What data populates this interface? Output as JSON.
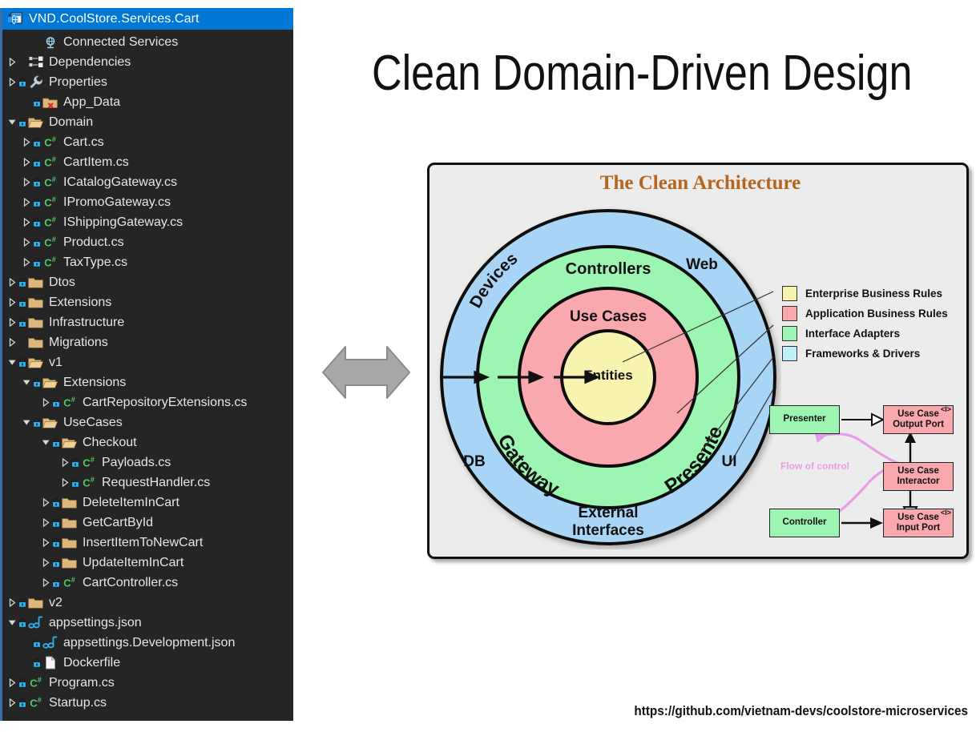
{
  "page_title": "Clean Domain-Driven Design",
  "footer_url": "https://github.com/vietnam-devs/coolstore-microservices",
  "colors": {
    "titlebar": "#0078d7",
    "panel_bg": "#252526",
    "accent_text": "#b5651d",
    "entities": "#f9f3b0",
    "use_cases": "#f9a8ae",
    "interface_adapters": "#9cf5b0",
    "frameworks": "#a8d4f5",
    "flow_arrow": "#e99ce8",
    "double_arrow": "#a0a0a0"
  },
  "solution_explorer": {
    "title": "VND.CoolStore.Services.Cart",
    "title_icon": "project-web-icon",
    "items": [
      {
        "label": "Connected Services",
        "indent": 1,
        "chevron": "none",
        "lock": false,
        "icon": "connected-services-icon"
      },
      {
        "label": "Dependencies",
        "indent": 0,
        "chevron": "collapsed",
        "lock": false,
        "icon": "dependencies-icon"
      },
      {
        "label": "Properties",
        "indent": 0,
        "chevron": "collapsed",
        "lock": true,
        "icon": "wrench-icon"
      },
      {
        "label": "App_Data",
        "indent": 1,
        "chevron": "none",
        "lock": true,
        "icon": "folder-excluded-icon"
      },
      {
        "label": "Domain",
        "indent": 0,
        "chevron": "expanded",
        "lock": true,
        "icon": "folder-open-icon"
      },
      {
        "label": "Cart.cs",
        "indent": 1,
        "chevron": "collapsed",
        "lock": true,
        "icon": "csharp-icon"
      },
      {
        "label": "CartItem.cs",
        "indent": 1,
        "chevron": "collapsed",
        "lock": true,
        "icon": "csharp-icon"
      },
      {
        "label": "ICatalogGateway.cs",
        "indent": 1,
        "chevron": "collapsed",
        "lock": true,
        "icon": "csharp-icon"
      },
      {
        "label": "IPromoGateway.cs",
        "indent": 1,
        "chevron": "collapsed",
        "lock": true,
        "icon": "csharp-icon"
      },
      {
        "label": "IShippingGateway.cs",
        "indent": 1,
        "chevron": "collapsed",
        "lock": true,
        "icon": "csharp-icon"
      },
      {
        "label": "Product.cs",
        "indent": 1,
        "chevron": "collapsed",
        "lock": true,
        "icon": "csharp-icon"
      },
      {
        "label": "TaxType.cs",
        "indent": 1,
        "chevron": "collapsed",
        "lock": true,
        "icon": "csharp-icon"
      },
      {
        "label": "Dtos",
        "indent": 0,
        "chevron": "collapsed",
        "lock": true,
        "icon": "folder-icon"
      },
      {
        "label": "Extensions",
        "indent": 0,
        "chevron": "collapsed",
        "lock": true,
        "icon": "folder-icon"
      },
      {
        "label": "Infrastructure",
        "indent": 0,
        "chevron": "collapsed",
        "lock": true,
        "icon": "folder-icon"
      },
      {
        "label": "Migrations",
        "indent": 0,
        "chevron": "collapsed",
        "lock": false,
        "icon": "folder-icon"
      },
      {
        "label": "v1",
        "indent": 0,
        "chevron": "expanded",
        "lock": true,
        "icon": "folder-open-icon"
      },
      {
        "label": "Extensions",
        "indent": 1,
        "chevron": "expanded",
        "lock": true,
        "icon": "folder-open-icon"
      },
      {
        "label": "CartRepositoryExtensions.cs",
        "indent": 2,
        "chevron": "collapsed",
        "lock": true,
        "icon": "csharp-icon"
      },
      {
        "label": "UseCases",
        "indent": 1,
        "chevron": "expanded",
        "lock": true,
        "icon": "folder-open-icon"
      },
      {
        "label": "Checkout",
        "indent": 2,
        "chevron": "expanded",
        "lock": true,
        "icon": "folder-open-icon"
      },
      {
        "label": "Payloads.cs",
        "indent": 3,
        "chevron": "collapsed",
        "lock": true,
        "icon": "csharp-icon"
      },
      {
        "label": "RequestHandler.cs",
        "indent": 3,
        "chevron": "collapsed",
        "lock": true,
        "icon": "csharp-icon"
      },
      {
        "label": "DeleteItemInCart",
        "indent": 2,
        "chevron": "collapsed",
        "lock": true,
        "icon": "folder-icon"
      },
      {
        "label": "GetCartById",
        "indent": 2,
        "chevron": "collapsed",
        "lock": true,
        "icon": "folder-icon"
      },
      {
        "label": "InsertItemToNewCart",
        "indent": 2,
        "chevron": "collapsed",
        "lock": true,
        "icon": "folder-icon"
      },
      {
        "label": "UpdateItemInCart",
        "indent": 2,
        "chevron": "collapsed",
        "lock": true,
        "icon": "folder-icon"
      },
      {
        "label": "CartController.cs",
        "indent": 2,
        "chevron": "collapsed",
        "lock": true,
        "icon": "csharp-icon"
      },
      {
        "label": "v2",
        "indent": 0,
        "chevron": "collapsed",
        "lock": true,
        "icon": "folder-icon"
      },
      {
        "label": "appsettings.json",
        "indent": 0,
        "chevron": "expanded",
        "lock": true,
        "icon": "json-icon"
      },
      {
        "label": "appsettings.Development.json",
        "indent": 1,
        "chevron": "none",
        "lock": true,
        "icon": "json-icon"
      },
      {
        "label": "Dockerfile",
        "indent": 1,
        "chevron": "none",
        "lock": true,
        "icon": "file-icon"
      },
      {
        "label": "Program.cs",
        "indent": 0,
        "chevron": "collapsed",
        "lock": true,
        "icon": "csharp-icon"
      },
      {
        "label": "Startup.cs",
        "indent": 0,
        "chevron": "collapsed",
        "lock": true,
        "icon": "csharp-icon"
      }
    ]
  },
  "clean_architecture": {
    "title": "The Clean Architecture",
    "rings": {
      "center": "Entities",
      "inner": "Use Cases",
      "middle": "Controllers",
      "outer_top_right": "Web",
      "outer_top_left": "Devices",
      "outer_right": "UI",
      "outer_left": "DB",
      "outer_bottom": "External\nInterfaces",
      "middle_left": "Gateways",
      "middle_right": "Presenters"
    },
    "legend": [
      {
        "label": "Enterprise Business Rules",
        "color": "#f9f3b0"
      },
      {
        "label": "Application Business Rules",
        "color": "#f9a8ae"
      },
      {
        "label": "Interface Adapters",
        "color": "#9cf5b0"
      },
      {
        "label": "Frameworks & Drivers",
        "color": "#a8d4f5"
      }
    ],
    "flow": {
      "caption": "Flow of control",
      "boxes": [
        {
          "label": "Presenter",
          "kind": "green",
          "interface_marker": false
        },
        {
          "label": "Use Case\nOutput Port",
          "kind": "pink",
          "interface_marker": "<I>"
        },
        {
          "label": "Use Case\nInteractor",
          "kind": "pink",
          "interface_marker": false
        },
        {
          "label": "Controller",
          "kind": "green",
          "interface_marker": false
        },
        {
          "label": "Use Case\nInput Port",
          "kind": "pink",
          "interface_marker": "<I>"
        }
      ]
    }
  }
}
